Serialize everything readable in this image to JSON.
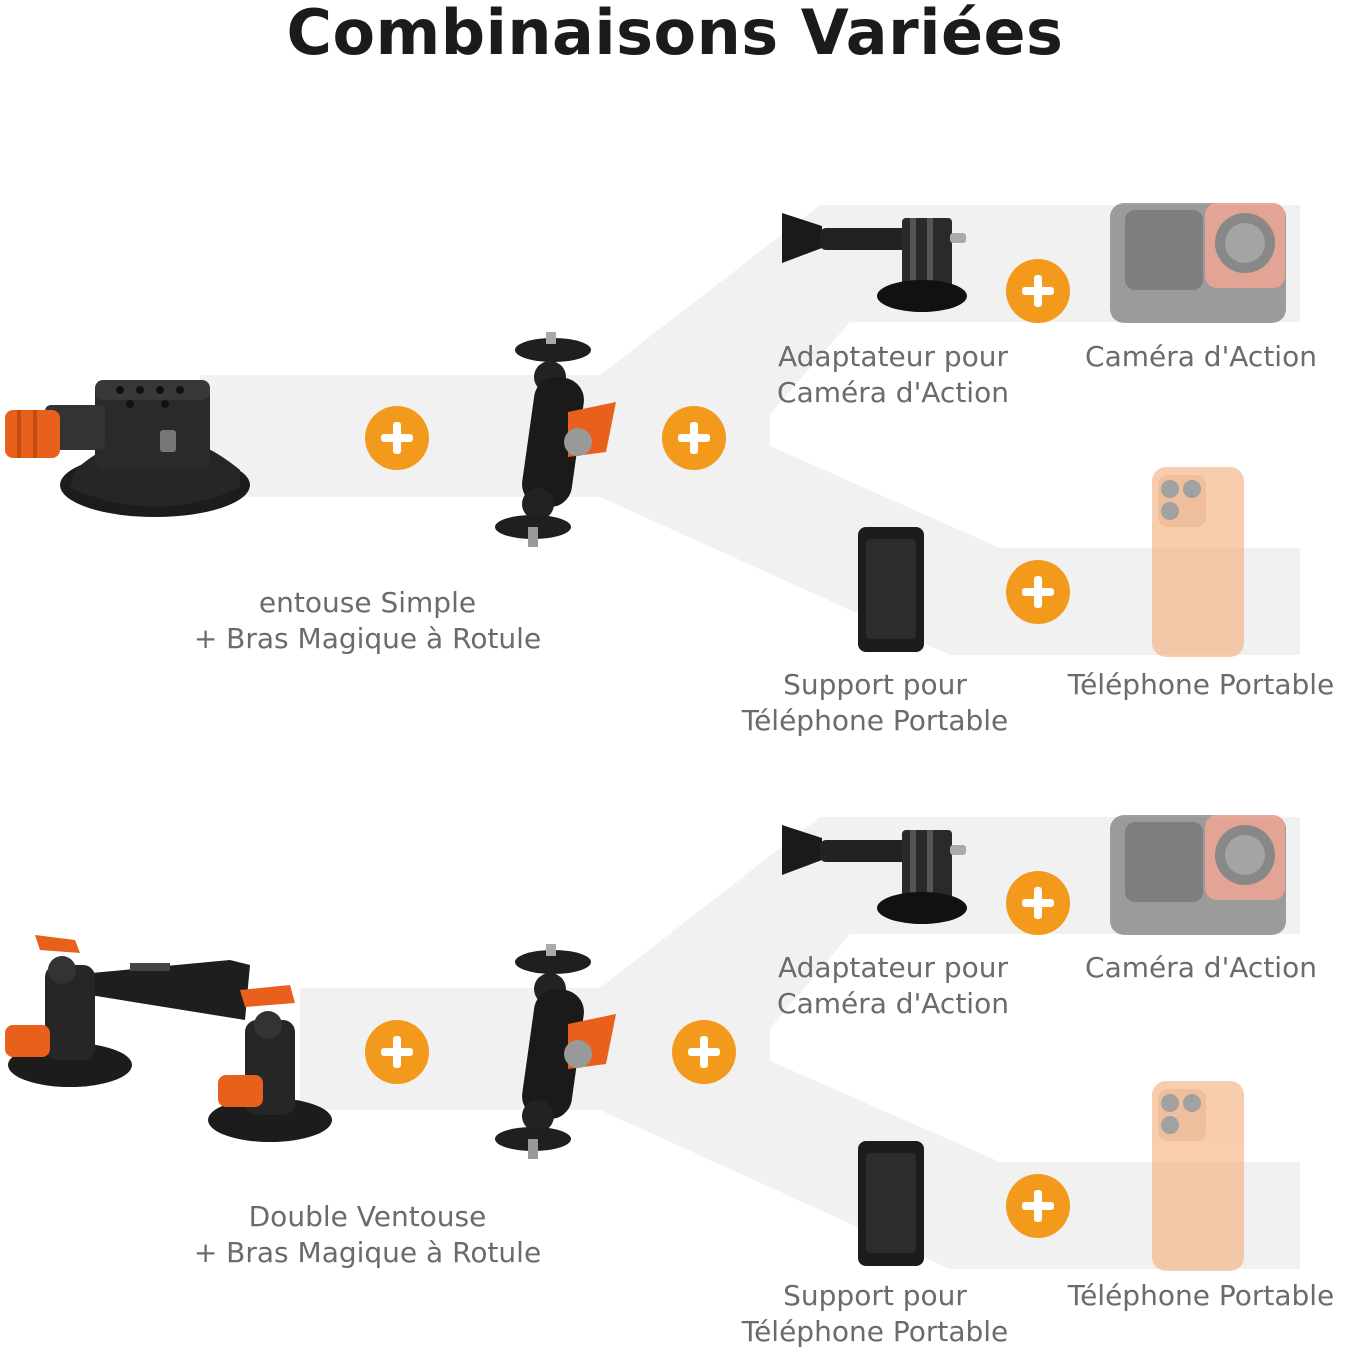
{
  "title": "Combinaisons Variées",
  "colors": {
    "accent_orange": "#f39a1d",
    "product_orange": "#e8601c",
    "text_grey": "#6b6b6b",
    "band_grey": "#f1f1f1",
    "title_dark": "#1b1b1b"
  },
  "sections": [
    {
      "base_caption_line1": "entouse Simple",
      "base_caption_line2": "+ Bras Magique à Rotule",
      "adapter_caption_line1": "Adaptateur pour",
      "adapter_caption_line2": "Caméra d'Action",
      "camera_caption": "Caméra d'Action",
      "holder_caption_line1": "Support pour",
      "holder_caption_line2": "Téléphone Portable",
      "phone_caption": "Téléphone Portable"
    },
    {
      "base_caption_line1": "Double Ventouse",
      "base_caption_line2": "+ Bras Magique à Rotule",
      "adapter_caption_line1": "Adaptateur pour",
      "adapter_caption_line2": "Caméra d'Action",
      "camera_caption": "Caméra d'Action",
      "holder_caption_line1": "Support pour",
      "holder_caption_line2": "Téléphone Portable",
      "phone_caption": "Téléphone Portable"
    }
  ],
  "icons": [
    "plus-icon",
    "suction-cup-icon",
    "double-suction-cup-icon",
    "ball-head-arm-icon",
    "action-camera-adapter-icon",
    "action-camera-icon",
    "phone-holder-icon",
    "smartphone-icon"
  ]
}
